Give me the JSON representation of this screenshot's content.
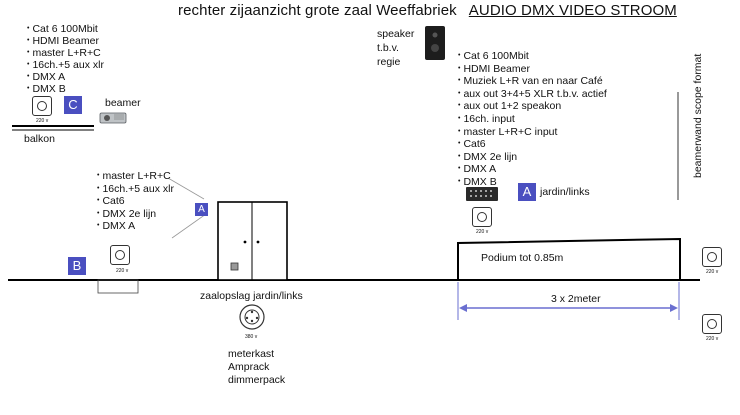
{
  "title": {
    "main": "rechter zijaanzicht grote zaal Weeffabriek",
    "sub": "AUDIO DMX VIDEO STROOM"
  },
  "balcony": {
    "items": [
      "Cat 6 100Mbit",
      "HDMI Beamer",
      "master L+R+C",
      "16ch.+5 aux xlr",
      "DMX A",
      "DMX B"
    ],
    "badge": "C",
    "beamer_label": "beamer",
    "label": "balkon",
    "socket_caption": "220 v"
  },
  "speaker": {
    "label_lines": [
      "speaker",
      "t.b.v.",
      "regie"
    ]
  },
  "jardin": {
    "items": [
      "Cat 6 100Mbit",
      "HDMI Beamer",
      "Muziek L+R van en naar Café",
      "aux out 3+4+5 XLR t.b.v. actief",
      "aux out 1+2  speakon",
      "16ch. input",
      "master L+R+C input",
      "Cat6",
      "DMX 2e lijn",
      "DMX A",
      "DMX B"
    ],
    "badge": "A",
    "label": "jardin/links",
    "socket_caption": "220 v"
  },
  "side_label": "beamerwand scope format",
  "wall_box": {
    "items": [
      "master L+R+C",
      "16ch.+5 aux xlr",
      "Cat6",
      "DMX 2e lijn",
      "DMX A"
    ],
    "badge": "A"
  },
  "box_b": {
    "badge": "B",
    "socket_caption": "220 v"
  },
  "stage": {
    "label": "Podium tot 0.85m",
    "dimension": "3 x 2meter"
  },
  "storage": {
    "label": "zaalopslag jardin/links",
    "socket_caption": "380 v",
    "lines": [
      "meterkast",
      "Amprack",
      "dimmerpack"
    ]
  },
  "right_sockets": {
    "caption": "220 v"
  }
}
